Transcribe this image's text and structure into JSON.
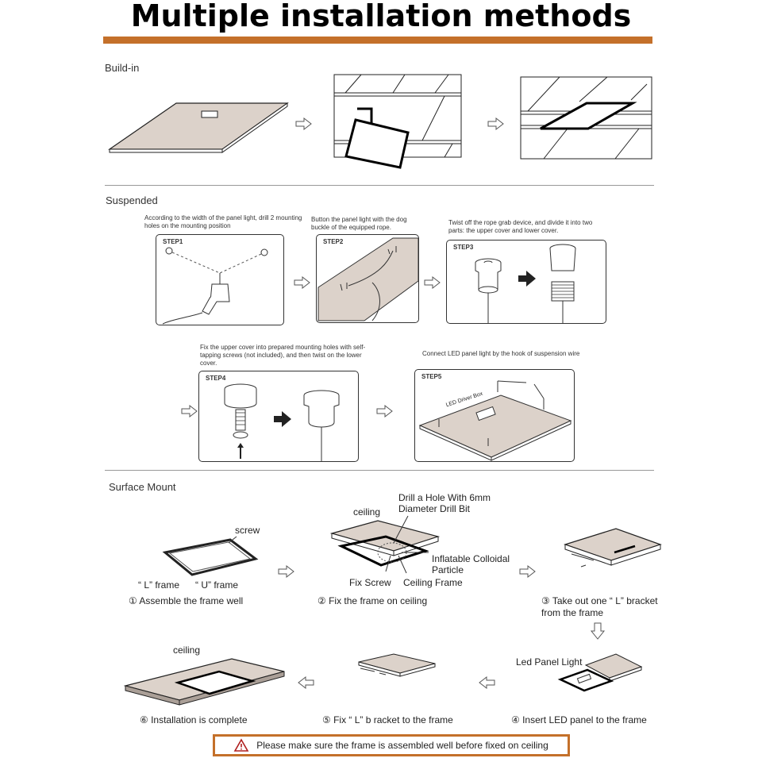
{
  "title": "Multiple installation methods",
  "colors": {
    "accent": "#c4702a",
    "line": "#222222",
    "panel": "#d9cdc4"
  },
  "sections": {
    "build_in": "Build-in",
    "suspended": "Suspended",
    "surface": "Surface Mount"
  },
  "suspended_steps": [
    {
      "caption": "According to the width of the panel light, drill 2 mounting holes on the mounting position",
      "label": "STEP1"
    },
    {
      "caption": "Button the panel light with the dog buckle of the equipped rope.",
      "label": "STEP2"
    },
    {
      "caption": "Twist off the rope grab device, and divide it into two parts: the upper cover and lower cover.",
      "label": "STEP3"
    },
    {
      "caption": "Fix the upper cover into prepared mounting holes with self-tapping screws (not included), and then twist on the lower cover.",
      "label": "STEP4"
    },
    {
      "caption": "Connect LED panel light by the hook of suspension wire",
      "label": "STEP5",
      "driver_label": "LED Driver Box"
    }
  ],
  "surface": {
    "step1": {
      "screw": "screw",
      "l_frame": "“ L” frame",
      "u_frame": "“ U” frame",
      "caption": "① Assemble the frame well"
    },
    "step2": {
      "ceiling": "ceiling",
      "drill": "Drill a Hole With 6mm Diameter Drill Bit",
      "inflatable": "Inflatable Colloidal Particle",
      "fix_screw": "Fix Screw",
      "ceiling_frame": "Ceiling Frame",
      "caption": "② Fix the frame on ceiling"
    },
    "step3": {
      "caption": "③ Take out one “ L” bracket from the frame"
    },
    "step4": {
      "led": "Led Panel Light",
      "caption": "④ Insert LED panel to the frame"
    },
    "step5": {
      "caption": "⑤ Fix “ L” b racket to the frame"
    },
    "step6": {
      "ceiling": "ceiling",
      "caption": "⑥ Installation is complete"
    }
  },
  "warning": {
    "text": "Please make sure the frame is assembled well before fixed on ceiling",
    "icon": "warning-triangle-icon"
  }
}
